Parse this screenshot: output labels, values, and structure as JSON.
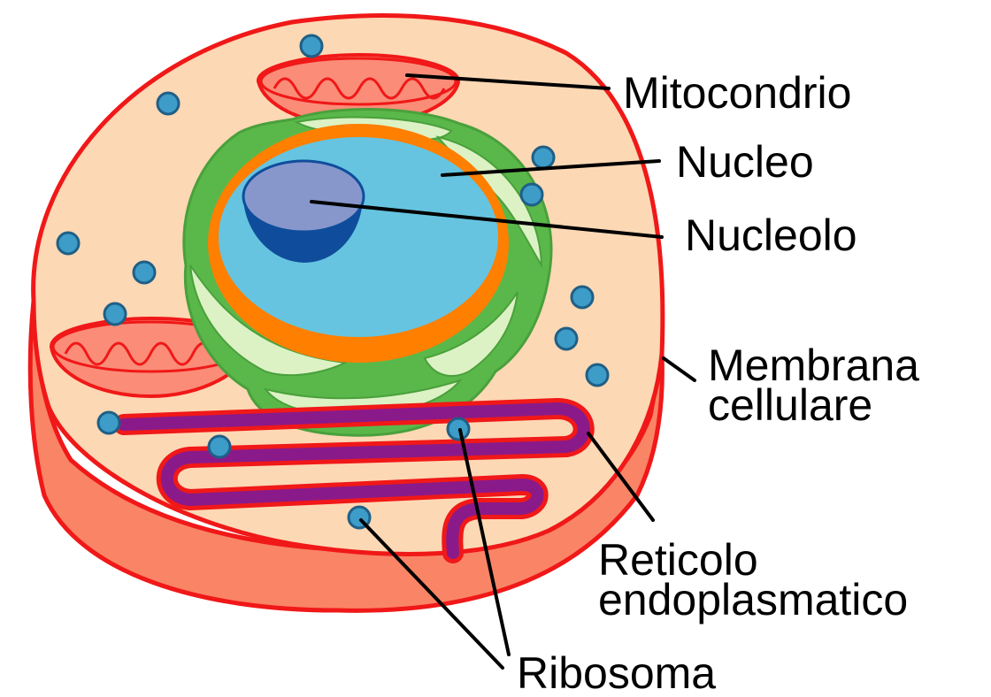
{
  "labels": {
    "mitochondrion": "Mitocondrio",
    "nucleus": "Nucleo",
    "nucleolus": "Nucleolo",
    "membrane_line1": "Membrana",
    "membrane_line2": "cellulare",
    "er_line1": "Reticolo",
    "er_line2": "endoplasmatico",
    "ribosome": "Ribosoma"
  },
  "colors": {
    "membrane": "#f01818",
    "cytoplasm": "#fcd8b4",
    "cell_side": "#fa8466",
    "mito_fill": "#fa8c78",
    "er_rough": "#5ab84a",
    "er_smooth": "#dcf2c4",
    "nuclear_envelope": "#ff7f00",
    "nucleus": "#66c4e0",
    "nucleolus_top": "#8797cc",
    "nucleolus_base": "#0f4d9c",
    "er_tube": "#8a1a8a",
    "ribosome": "#3d9cc8"
  }
}
